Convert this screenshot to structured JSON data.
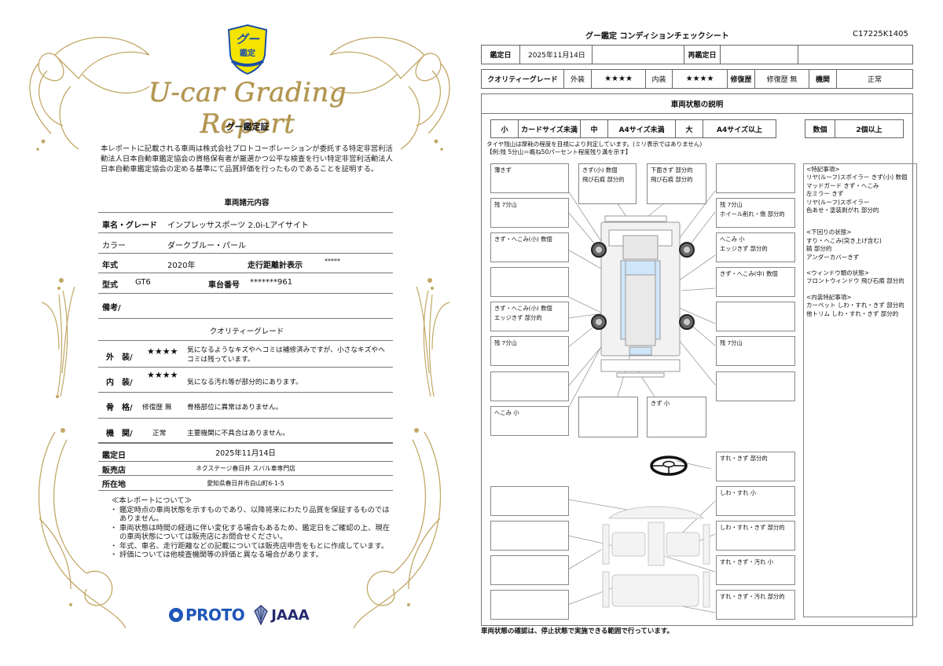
{
  "left": {
    "badge": {
      "line1": "グー",
      "line2": "鑑定"
    },
    "script_title": "U-car Grading Report",
    "cert_title": "グー鑑定証",
    "intro": "本レポートに記載される車両は株式会社プロトコーポレーションが委託する特定非営利活動法人日本自動車鑑定協会の資格保有者が厳選かつ公平な検査を行い特定非営利活動法人日本自動車鑑定協会の定める基準にて品質評価を行ったものであることを証明する。",
    "spec_title": "車両諸元内容",
    "spec": {
      "name_label": "車名・グレード",
      "name_value": "インプレッサスポーツ 2.0i-Lアイサイト",
      "color_label": "カラー",
      "color_value": "ダークブルー・パール",
      "year_label": "年式",
      "year_value": "2020年",
      "mileage_label": "走行距離計表示",
      "mileage_value": "*****",
      "model_label": "型式",
      "model_value": "GT6",
      "chassis_label": "車台番号",
      "chassis_value": "*******961",
      "remarks_label": "備考/"
    },
    "quality_title": "クオリティーグレード",
    "quality": [
      {
        "label": "外　装/",
        "grade": "★★★★",
        "desc": "気になるようなキズやヘコミは補修済みですが、小さなキズやヘコミは残っています。"
      },
      {
        "label": "内　装/",
        "grade": "★★★★",
        "desc": "気になる汚れ等が部分的にあります。"
      },
      {
        "label": "骨　格/",
        "grade": "修復歴 無",
        "desc": "骨格部位に異常はありません。"
      },
      {
        "label": "機　関/",
        "grade": "正常",
        "desc": "主要機関に不具合はありません。"
      }
    ],
    "inspection": {
      "date_label": "鑑定日",
      "date_value": "2025年11月14日",
      "dealer_label": "販売店",
      "dealer_value": "ネクステージ春日井 スバル車専門店",
      "address_label": "所在地",
      "address_value": "愛知県春日井市白山町6-1-5"
    },
    "notes_heading": "≪本レポートについて≫",
    "notes": [
      "鑑定時点の車両状態を示すものであり、以降将来にわたり品質を保証するものではありません。",
      "車両状態は時間の経過に伴い変化する場合もあるため、鑑定日をご確認の上、現在の車両状態については販売店にお問合せください。",
      "年式、車名、走行距離などの記載については販売店申告をもとに作成しています。",
      "評価については他検査機関等の評価と異なる場合があります。"
    ],
    "logos": {
      "proto": "PROTO",
      "jaaa": "JAAA"
    },
    "colors": {
      "gold": "#b3954e",
      "proto_blue": "#1f56b8",
      "jaaa_navy": "#232a6e",
      "badge_yellow": "#f5e400",
      "badge_blue": "#1d4fa8"
    }
  },
  "right": {
    "title": "グー鑑定  コンディションチェックシート",
    "code": "C17225K1405",
    "row1": {
      "date_label": "鑑定日",
      "date_value": "2025年11月14日",
      "blank1": "",
      "reinspect_label": "再鑑定日",
      "reinspect_value": "",
      "blank2": ""
    },
    "row2": {
      "qg_label": "クオリティーグレード",
      "ext_label": "外装",
      "ext_value": "★★★★",
      "int_label": "内装",
      "int_value": "★★★★",
      "repair_label": "修復歴",
      "repair_value": "修復歴 無",
      "engine_label": "機関",
      "engine_value": "正常"
    },
    "section_title": "車両状態の説明",
    "legend": [
      {
        "k": "小",
        "v": "カードサイズ未満"
      },
      {
        "k": "中",
        "v": "A4サイズ未満"
      },
      {
        "k": "大",
        "v": "A4サイズ以上"
      }
    ],
    "count_legend": {
      "k": "数個",
      "v": "2個以上"
    },
    "tire_note_1": "タイヤ残山は摩耗の程度を目視により判定しています。(ミリ表示ではありません)",
    "tire_note_2": "【例:残 5分山＝概ね50パーセント程度残り溝を示す】",
    "exterior_boxes": [
      {
        "id": "front-left-corner",
        "lines": [
          "薄きず"
        ]
      },
      {
        "id": "hood",
        "lines": [
          "きず(小) 数個",
          "飛び石痕 部分的"
        ]
      },
      {
        "id": "front-bumper",
        "lines": [
          "下面きず 部分的",
          "飛び石痕 部分的"
        ]
      },
      {
        "id": "front-right-corner",
        "lines": []
      },
      {
        "id": "front-left-tire",
        "lines": [
          "残 7分山"
        ]
      },
      {
        "id": "front-right-tire",
        "lines": [
          "残 7分山",
          "ホイール削れ・傷 部分的"
        ]
      },
      {
        "id": "left-fender",
        "lines": [
          "きず・へこみ(小) 数個"
        ]
      },
      {
        "id": "right-fender",
        "lines": [
          "へこみ 小",
          "エッジきず 部分的"
        ]
      },
      {
        "id": "left-front-door",
        "lines": []
      },
      {
        "id": "right-front-door",
        "lines": [
          "きず・へこみ(中) 数個"
        ]
      },
      {
        "id": "left-rear-door",
        "lines": [
          "きず・へこみ(小) 数個",
          "エッジきず 部分的"
        ]
      },
      {
        "id": "right-rear-door",
        "lines": []
      },
      {
        "id": "rear-left-tire",
        "lines": [
          "残 7分山"
        ]
      },
      {
        "id": "rear-right-tire",
        "lines": [
          "残 7分山"
        ]
      },
      {
        "id": "left-rear-fender",
        "lines": []
      },
      {
        "id": "right-rear-fender",
        "lines": []
      },
      {
        "id": "left-rear-corner",
        "lines": [
          "へこみ 小"
        ]
      },
      {
        "id": "roof",
        "lines": []
      },
      {
        "id": "rear-bumper",
        "lines": [
          "きず 小"
        ]
      }
    ],
    "interior_boxes": [
      {
        "id": "steering",
        "lines": [
          "すれ・きず 部分的"
        ]
      },
      {
        "id": "dashboard",
        "lines": []
      },
      {
        "id": "right-front-seat",
        "lines": [
          "しわ・すれ 小"
        ]
      },
      {
        "id": "left-front-seat",
        "lines": []
      },
      {
        "id": "right-door-trim",
        "lines": [
          "しわ・すれ・きず 部分的"
        ]
      },
      {
        "id": "left-door-trim",
        "lines": []
      },
      {
        "id": "console",
        "lines": [
          "すれ・きず・汚れ 小"
        ]
      },
      {
        "id": "rear-seat",
        "lines": []
      },
      {
        "id": "floor",
        "lines": [
          "すれ・きず・汚れ 部分的"
        ]
      }
    ],
    "remarks": [
      {
        "heading": "<特記事項>",
        "lines": [
          "リヤ(ルーフ)スポイラー きず(小) 数個",
          "マッドガード きず・へこみ",
          "左ミラー きず",
          "リヤ(ルーフ)スポイラー",
          "色あせ・塗装剥がれ 部分的"
        ]
      },
      {
        "heading": "<下回りの状態>",
        "lines": [
          "すり・へこみ(突き上げ含む)",
          "錆 部分的",
          "アンダーカバーきず"
        ]
      },
      {
        "heading": "<ウィンドウ類の状態>",
        "lines": [
          "フロントウィンドウ 飛び石痕 部分的"
        ]
      },
      {
        "heading": "<内装特記事項>",
        "lines": [
          "カーペット しわ・すれ・きず 部分的",
          "他トリム しわ・すれ・きず 部分的"
        ]
      }
    ],
    "footer": "車両状態の確認は、停止状態で実施できる範囲で行っています。"
  }
}
